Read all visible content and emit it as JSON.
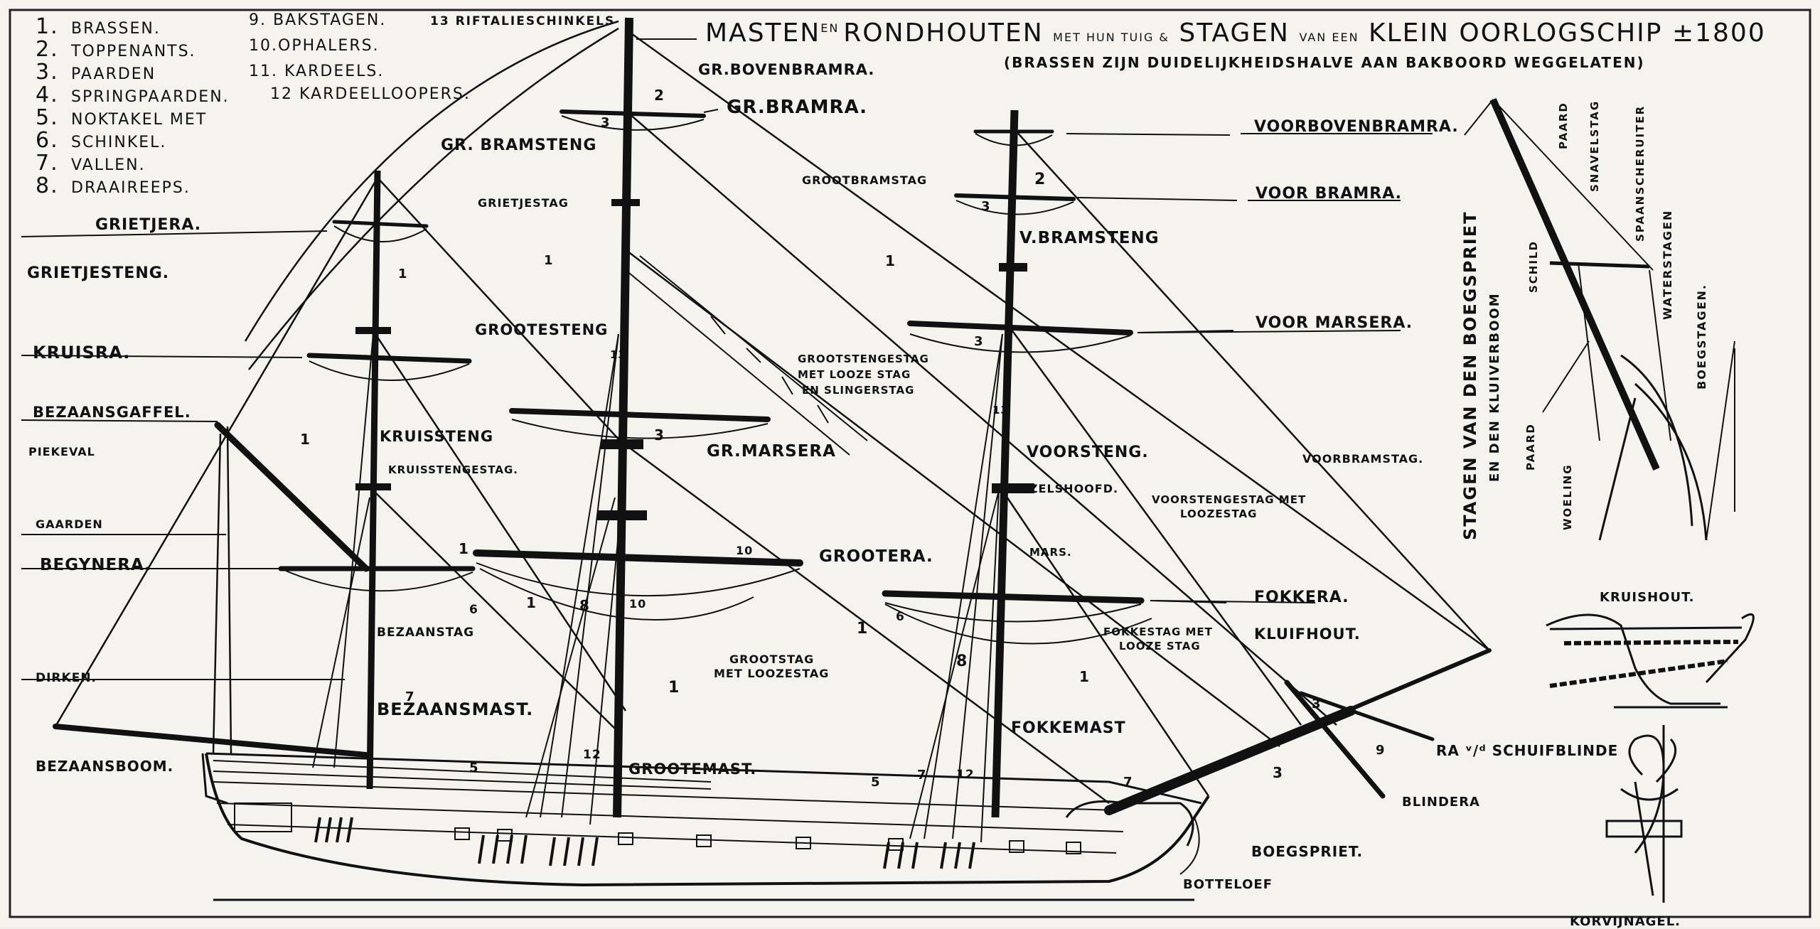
{
  "title": {
    "main_1": "MASTEN",
    "main_1_sup": "EN",
    "main_2": "RONDHOUTEN",
    "small_1": "MET HUN TUIG &",
    "main_3": "STAGEN",
    "small_2": "VAN EEN",
    "main_4": "KLEIN OORLOGSCHIP",
    "year": "±1800",
    "subtitle": "(BRASSEN ZIJN DUIDELIJKHEIDSHALVE AAN BAKBOORD WEGGELATEN)"
  },
  "legend": [
    {
      "num": "1.",
      "text": "BRASSEN."
    },
    {
      "num": "2.",
      "text": "TOPPENANTS."
    },
    {
      "num": "3.",
      "text": "PAARDEN"
    },
    {
      "num": "4.",
      "text": "SPRINGPAARDEN."
    },
    {
      "num": "5.",
      "text": "NOKTAKEL MET"
    },
    {
      "num": "6.",
      "text": "SCHINKEL."
    },
    {
      "num": "7.",
      "text": "VALLEN."
    },
    {
      "num": "8.",
      "text": "DRAAIREEPS."
    },
    {
      "num": "9.",
      "text": "BAKSTAGEN."
    },
    {
      "num": "10.",
      "text": "OPHALERS."
    },
    {
      "num": "11.",
      "text": "KARDEELS."
    },
    {
      "num": "12",
      "text": "KARDEELLOOPERS."
    },
    {
      "num": "13",
      "text": "RIFTALIESCHINKELS"
    }
  ],
  "labels": {
    "gr_bovenbramra": "GR.BOVENBRAMRA.",
    "gr_bramra": "GR.BRAMRA.",
    "gr_bramsteng": "GR. BRAMSTENG",
    "grootbramstag": "GROOTBRAMSTAG",
    "grietjestag": "GRIETJESTAG",
    "grietjera": "GRIETJERA.",
    "grietjesteng": "GRIETJESTENG.",
    "kruisra": "KRUISRA.",
    "grootesteng": "GROOTESTENG",
    "bezaansgaffel": "BEZAANSGAFFEL.",
    "piekeval": "PIEKEVAL",
    "kruissteng": "KRUISSTENG",
    "kruisstengestag": "KRUISSTENGESTAG.",
    "grootstengestag_1": "GROOTSTENGESTAG",
    "grootstengestag_2": "MET LOOZE STAG",
    "grootstengestag_3": "EN SLINGERSTAG",
    "gr_marsera": "GR.MARSERA",
    "gaarden": "GAARDEN",
    "begynera": "BEGYNERA.",
    "grootera": "GROOTERA.",
    "bezaanstag": "BEZAANSTAG",
    "grootstag_1": "GROOTSTAG",
    "grootstag_2": "MET LOOZESTAG",
    "dirken": "DIRKEN.",
    "bezaansmast": "BEZAANSMAST.",
    "bezaansboom": "BEZAANSBOOM.",
    "grootemast": "GROOTEMAST.",
    "voorbovenbramra": "VOORBOVENBRAMRA.",
    "voor_bramra": "VOOR BRAMRA.",
    "v_bramsteng": "V.BRAMSTENG",
    "voor_marsera": "VOOR MARSERA.",
    "voorsteng": "VOORSTENG.",
    "ezelshoofd": "EZELSHOOFD.",
    "voorbramstag": "VOORBRAMSTAG.",
    "voorstengestag_1": "VOORSTENGESTAG MET",
    "voorstengestag_2": "LOOZESTAG",
    "mars": "MARS.",
    "fokkera": "FOKKERA.",
    "fokkestag_1": "FOKKESTAG MET",
    "fokkestag_2": "LOOZE STAG",
    "kluifhout": "KLUIFHOUT.",
    "fokkemast": "FOKKEMAST",
    "ra_schuifblinde": "RA ᵛ/ᵈ SCHUIFBLINDE",
    "blindera": "BLINDERA",
    "boegspriet": "BOEGSPRIET.",
    "botteloef": "BOTTELOEF",
    "stagen_1": "STAGEN VAN DEN BOEGSPRIET",
    "stagen_2": "EN DEN KLUIVERBOOM",
    "paard": "PAARD",
    "snavelstag": "SNAVELSTAG",
    "spaanscheruiter": "SPAANSCHERUITER",
    "schild": "SCHILD",
    "waterstagen": "WATERSTAGEN",
    "boegstagen": "BOEGSTAGEN.",
    "paard_2": "PAARD",
    "woeling": "WOELING",
    "kruishout": "KRUISHOUT.",
    "korvijnagel": "KORVIJNAGEL."
  },
  "numerals": [
    "1",
    "2",
    "3",
    "4",
    "5",
    "6",
    "7",
    "8",
    "9",
    "10",
    "11",
    "12",
    "13"
  ]
}
